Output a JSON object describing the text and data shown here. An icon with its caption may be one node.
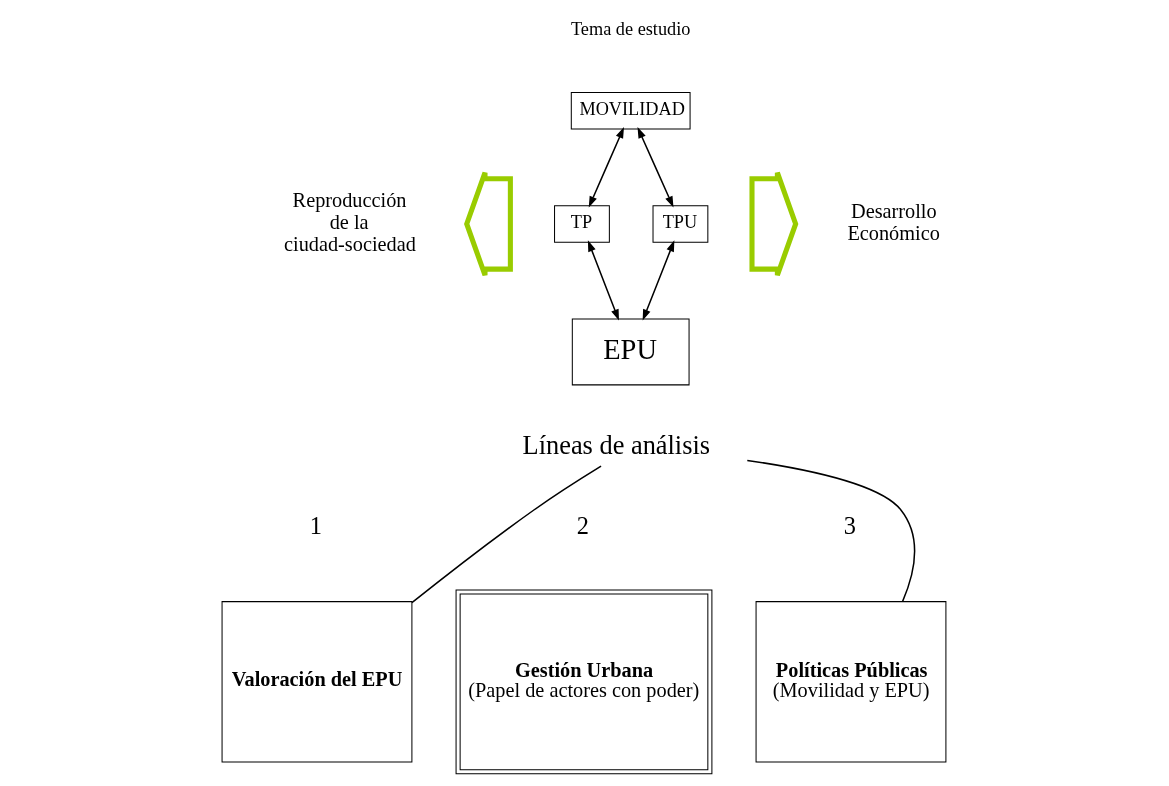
{
  "diagram": {
    "nodes": [
      {
        "text": [
          "MOVILIDAD"
        ]
      },
      {
        "text": [
          "TP"
        ]
      },
      {
        "text": [
          "TPU"
        ]
      },
      {
        "text": [
          "EPU"
        ]
      },
      {
        "text": [],
        "shape": "chevron",
        "beside": [
          "Reproducción de la ciudad-sociedad"
        ]
      },
      {
        "text": [],
        "shape": "chevron",
        "beside": [
          "Desarrollo Económico"
        ]
      },
      {
        "text": [
          "Líneas de análisis"
        ]
      },
      {
        "text": [
          "Valoración del EPU"
        ],
        "beside": [
          "1"
        ]
      },
      {
        "text": [
          "Gestión Urbana",
          "(Papel de actores con poder)"
        ],
        "beside": [
          "2"
        ]
      },
      {
        "text": [
          "Políticas Públicas",
          "(Movilidad y EPU)"
        ],
        "beside": [
          "3"
        ]
      }
    ],
    "edges": [
      {
        "from": 0,
        "to": 1,
        "arrow": "both"
      },
      {
        "from": 0,
        "to": 2,
        "arrow": "both"
      },
      {
        "from": 1,
        "to": 3,
        "arrow": "both"
      },
      {
        "from": 2,
        "to": 3,
        "arrow": "both"
      },
      {
        "from": 6,
        "to": 7,
        "arrow": "none"
      },
      {
        "from": 6,
        "to": 9,
        "arrow": "none"
      }
    ],
    "labels": [
      "Tema de estudio"
    ]
  }
}
